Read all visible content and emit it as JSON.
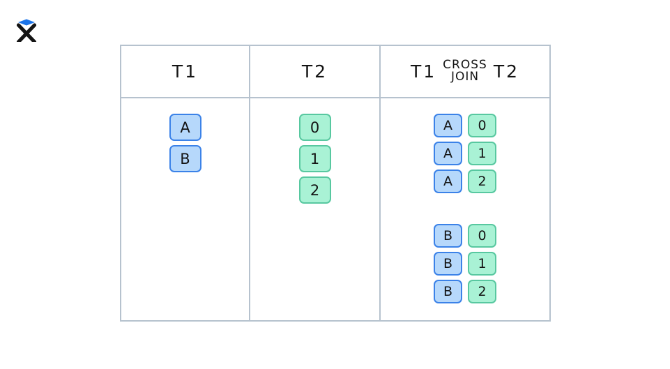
{
  "logo": {
    "name": "excalidraw-logo",
    "x_color": "#1a1a1a",
    "diamond_color": "#1a73e8"
  },
  "diagram": {
    "title": "cross-join-illustration",
    "colors": {
      "blue_fill": "#b6d8fb",
      "blue_border": "#3b82e8",
      "green_fill": "#a9f2d5",
      "green_border": "#58c8a0",
      "table_border": "#b6c2ce",
      "text": "#141414"
    },
    "columns": [
      {
        "id": "t1",
        "header": "T1",
        "values": [
          {
            "label": "A",
            "color": "blue"
          },
          {
            "label": "B",
            "color": "blue"
          }
        ]
      },
      {
        "id": "t2",
        "header": "T2",
        "values": [
          {
            "label": "0",
            "color": "green"
          },
          {
            "label": "1",
            "color": "green"
          },
          {
            "label": "2",
            "color": "green"
          }
        ]
      },
      {
        "id": "cross_join",
        "header_left": "T1",
        "header_op_line1": "CROSS",
        "header_op_line2": "JOIN",
        "header_right": "T2",
        "groups": [
          {
            "group_id": "a-group",
            "rows": [
              {
                "left": "A",
                "right": "0"
              },
              {
                "left": "A",
                "right": "1"
              },
              {
                "left": "A",
                "right": "2"
              }
            ]
          },
          {
            "group_id": "b-group",
            "rows": [
              {
                "left": "B",
                "right": "0"
              },
              {
                "left": "B",
                "right": "1"
              },
              {
                "left": "B",
                "right": "2"
              }
            ]
          }
        ]
      }
    ]
  }
}
